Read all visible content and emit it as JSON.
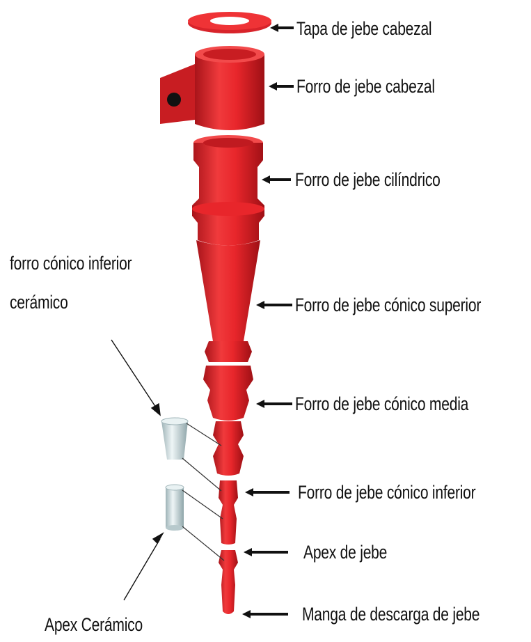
{
  "labels": {
    "tapa_cabezal": "Tapa de jebe cabezal",
    "forro_cabezal": "Forro de jebe cabezal",
    "forro_cilindrico": "Forro de jebe cilíndrico",
    "forro_conico_superior": "Forro de jebe cónico superior",
    "forro_conico_media": "Forro de jebe cónico media",
    "forro_conico_inferior": "Forro de jebe cónico inferior",
    "apex_jebe": "Apex de jebe",
    "manga_descarga": "Manga de descarga de jebe",
    "forro_ceramico_line1": "forro cónico inferior",
    "forro_ceramico_line2": "cerámico",
    "apex_ceramico": "Apex Cerámico"
  },
  "colors": {
    "rubber": "#e8262b",
    "rubber_dark": "#b3161a",
    "ceramic": "#c9d9dc",
    "arrow": "#111111"
  }
}
